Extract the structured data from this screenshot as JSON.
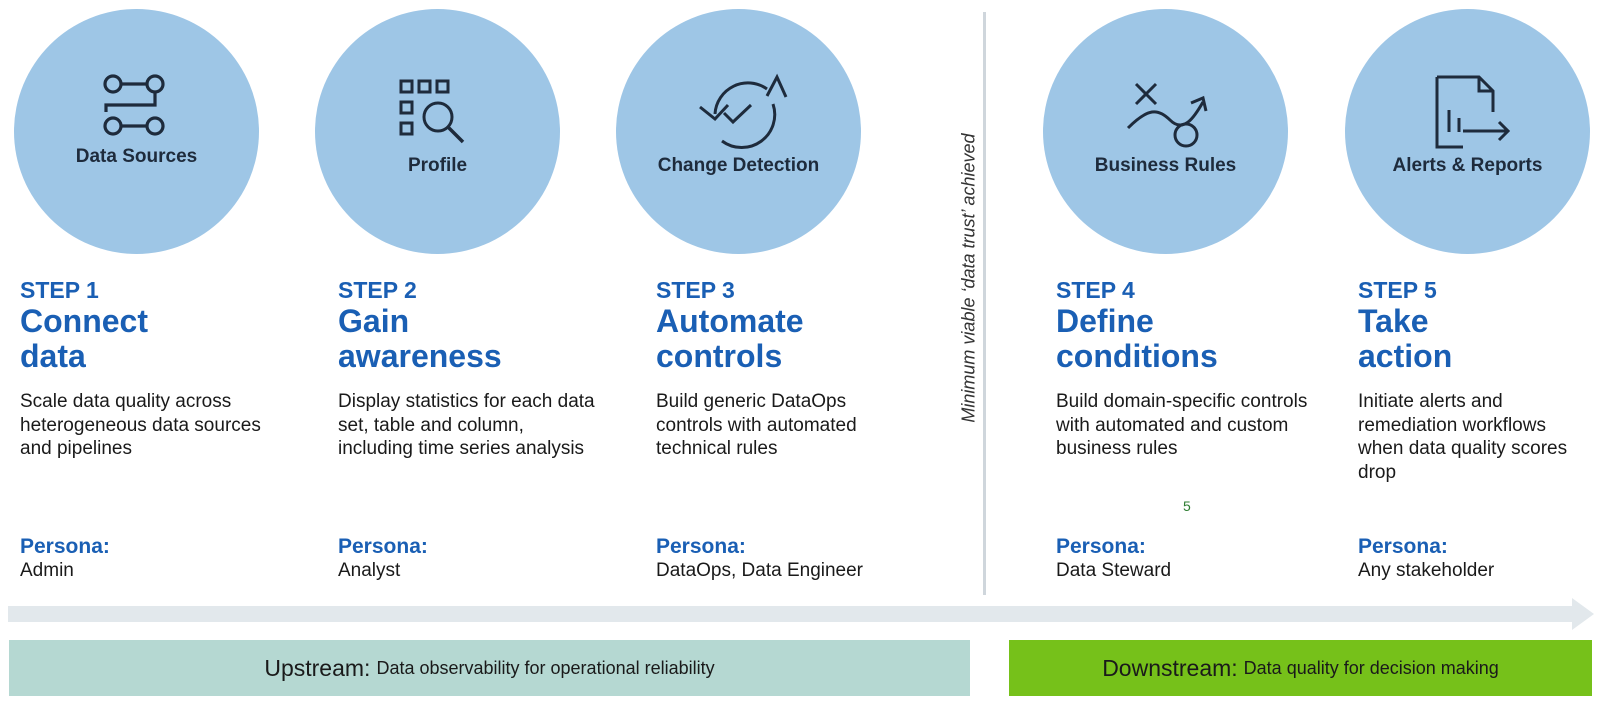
{
  "steps": [
    {
      "icon": "connected-nodes-icon",
      "circle_label": "Data Sources",
      "step": "STEP 1",
      "heading_line1": "Connect",
      "heading_line2": "data",
      "description": "Scale data quality across heterogeneous data sources and pipelines",
      "persona_label": "Persona:",
      "persona": "Admin"
    },
    {
      "icon": "grid-magnifier-icon",
      "circle_label": "Profile",
      "step": "STEP 2",
      "heading_line1": "Gain",
      "heading_line2": "awareness",
      "description": "Display statistics for each data set, table and column, including time series analysis",
      "persona_label": "Persona:",
      "persona": "Analyst"
    },
    {
      "icon": "sync-check-icon",
      "circle_label": "Change Detection",
      "step": "STEP 3",
      "heading_line1": "Automate",
      "heading_line2": "controls",
      "description": "Build generic DataOps controls with automated technical rules",
      "persona_label": "Persona:",
      "persona": "DataOps, Data Engineer"
    },
    {
      "icon": "path-x-to-o-icon",
      "circle_label": "Business Rules",
      "step": "STEP 4",
      "heading_line1": "Define",
      "heading_line2": "conditions",
      "description": "Build domain-specific controls with automated and custom business rules",
      "persona_label": "Persona:",
      "persona": "Data Steward"
    },
    {
      "icon": "report-arrow-icon",
      "circle_label": "Alerts & Reports",
      "step": "STEP 5",
      "heading_line1": "Take",
      "heading_line2": "action",
      "description": "Initiate alerts and remediation workflows when data quality scores drop",
      "persona_label": "Persona:",
      "persona": "Any stakeholder"
    }
  ],
  "divider_text": "Minimum viable ‘data trust’ achieved",
  "stray_number": "5",
  "upstream": {
    "lead": "Upstream:",
    "text": "Data observability for operational reliability",
    "color": "#b5d8d2"
  },
  "downstream": {
    "lead": "Downstream:",
    "text": "Data quality for decision making",
    "color": "#76c11a"
  },
  "colors": {
    "circle": "#9ec6e6",
    "accent": "#1a5fb4",
    "arrow": "#e2e8ec"
  }
}
